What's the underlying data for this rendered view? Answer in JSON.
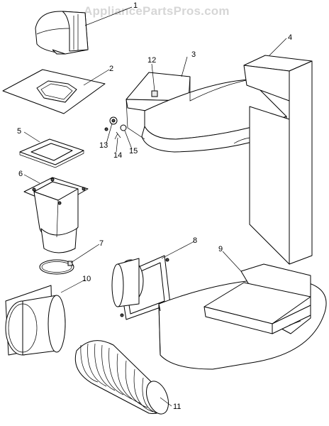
{
  "watermark": "AppliancePartsPros.com",
  "callouts": [
    {
      "id": "1",
      "label": "1"
    },
    {
      "id": "2",
      "label": "2"
    },
    {
      "id": "3",
      "label": "3"
    },
    {
      "id": "4",
      "label": "4"
    },
    {
      "id": "5",
      "label": "5"
    },
    {
      "id": "6",
      "label": "6"
    },
    {
      "id": "7",
      "label": "7"
    },
    {
      "id": "8",
      "label": "8"
    },
    {
      "id": "9",
      "label": "9"
    },
    {
      "id": "10",
      "label": "10"
    },
    {
      "id": "11",
      "label": "11"
    },
    {
      "id": "12",
      "label": "12"
    },
    {
      "id": "13",
      "label": "13"
    },
    {
      "id": "14",
      "label": "14"
    },
    {
      "id": "15",
      "label": "15"
    }
  ]
}
